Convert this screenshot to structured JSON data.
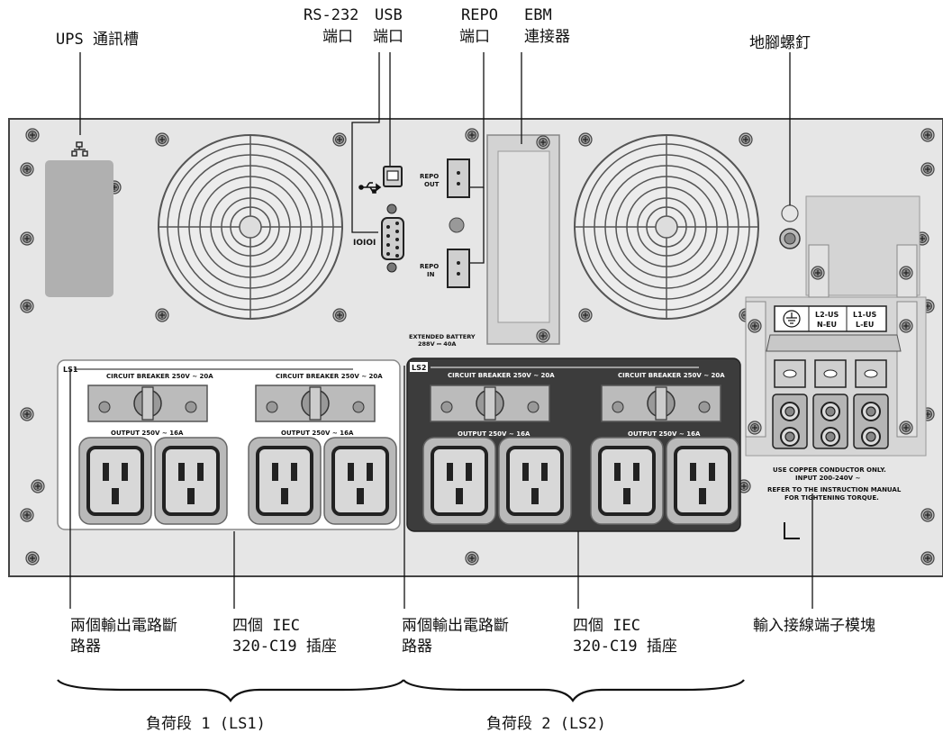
{
  "callouts": {
    "ups_slot": "UPS 通訊槽",
    "rs232_line1": "RS-232",
    "rs232_line2": "端口",
    "usb_line1": "USB",
    "usb_line2": "端口",
    "repo_line1": "REPO",
    "repo_line2": "端口",
    "ebm_line1": "EBM",
    "ebm_line2": "連接器",
    "ground_screw": "地腳螺釘",
    "breakers_ls1_line1": "兩個輸出電路斷",
    "breakers_ls1_line2": "路器",
    "receptacles_ls1_line1": "四個  IEC",
    "receptacles_ls1_line2": "320-C19  插座",
    "breakers_ls2_line1": "兩個輸出電路斷",
    "breakers_ls2_line2": "路器",
    "receptacles_ls2_line1": "四個  IEC",
    "receptacles_ls2_line2": "320-C19  插座",
    "terminal_block": "輸入接線端子模塊",
    "load_segment_1": "負荷段  1  (LS1)",
    "load_segment_2": "負荷段  2  (LS2)"
  },
  "panel_labels": {
    "repo_out": [
      "REPO",
      "OUT"
    ],
    "repo_in": [
      "REPO",
      "IN"
    ],
    "extended_battery": [
      "EXTENDED BATTERY",
      "288V ⎓ 40A"
    ],
    "ls1": "LS1",
    "ls2": "LS2",
    "circuit_breaker": "CIRCUIT BREAKER 250V ~ 20A",
    "output": "OUTPUT 250V ~ 16A",
    "terminal_l2": [
      "L2-US",
      "N-EU"
    ],
    "terminal_l1": [
      "L1-US",
      "L-EU"
    ],
    "copper_note": [
      "USE COPPER CONDUCTOR ONLY.",
      "INPUT 200-240V ~"
    ],
    "torque_note": [
      "REFER TO THE INSTRUCTION MANUAL",
      "FOR TIGHTENING TORQUE."
    ],
    "rs232_symbol": "IOIOI"
  },
  "colors": {
    "panel": "#e6e6e6",
    "ls1_bg": "#ffffff",
    "ls2_bg": "#3c3c3c",
    "receptacle": "#b9b9b9",
    "line": "#111111"
  }
}
